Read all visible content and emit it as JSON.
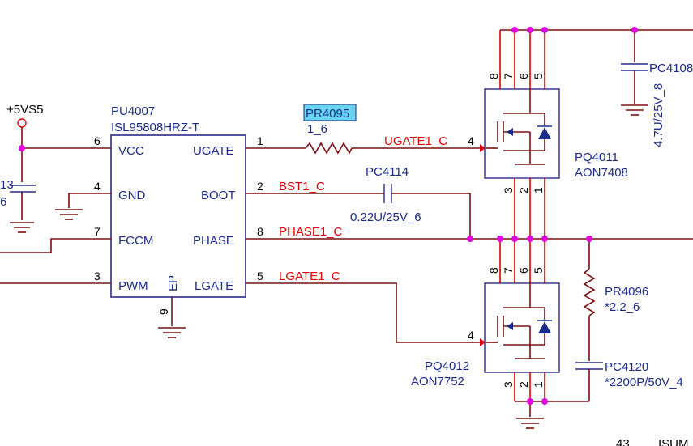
{
  "colors": {
    "wire": "#7a1010",
    "net": "#e00000",
    "label": "#1a2a8c",
    "junction": "#e000e0",
    "highlight": "#6ad4f0"
  },
  "power": {
    "rail": "+5VS5"
  },
  "ic": {
    "ref": "PU4007",
    "part": "ISL95808HRZ-T",
    "pins": {
      "vcc": {
        "num": "6",
        "name": "VCC"
      },
      "gnd": {
        "num": "4",
        "name": "GND"
      },
      "fccm": {
        "num": "7",
        "name": "FCCM"
      },
      "pwm": {
        "num": "3",
        "name": "PWM"
      },
      "ep": {
        "num": "9",
        "name": "EP"
      },
      "ugate": {
        "num": "1",
        "name": "UGATE"
      },
      "boot": {
        "num": "2",
        "name": "BOOT"
      },
      "phase": {
        "num": "8",
        "name": "PHASE"
      },
      "lgate": {
        "num": "5",
        "name": "LGATE"
      }
    }
  },
  "nets": {
    "ugate": "UGATE1_C",
    "boot": "BST1_C",
    "phase": "PHASE1_C",
    "lgate": "LGATE1_C"
  },
  "components": {
    "pr4095": {
      "ref": "PR4095",
      "value": "1_6"
    },
    "pc4114": {
      "ref": "PC4114",
      "value": "0.22U/25V_6"
    },
    "pq4011": {
      "ref": "PQ4011",
      "part": "AON7408",
      "gate_pin": "4",
      "top_pins": [
        "8",
        "7",
        "6",
        "5"
      ],
      "bottom_pins": [
        "3",
        "2",
        "1"
      ]
    },
    "pq4012": {
      "ref": "PQ4012",
      "part": "AON7752",
      "gate_pin": "4",
      "top_pins": [
        "8",
        "7",
        "6",
        "5"
      ],
      "bottom_pins": [
        "3",
        "2",
        "1"
      ]
    },
    "pc4108": {
      "ref": "PC4108",
      "value": "4.7U/25V_8"
    },
    "pr4096": {
      "ref": "PR4096",
      "value": "*2.2_6"
    },
    "pc4120": {
      "ref": "PC4120",
      "value": "*2200P/50V_4"
    },
    "left_cap": {
      "ref_fragment": "13",
      "value_fragment": "6"
    },
    "footer": {
      "page": "43",
      "text": "ISUM"
    }
  }
}
